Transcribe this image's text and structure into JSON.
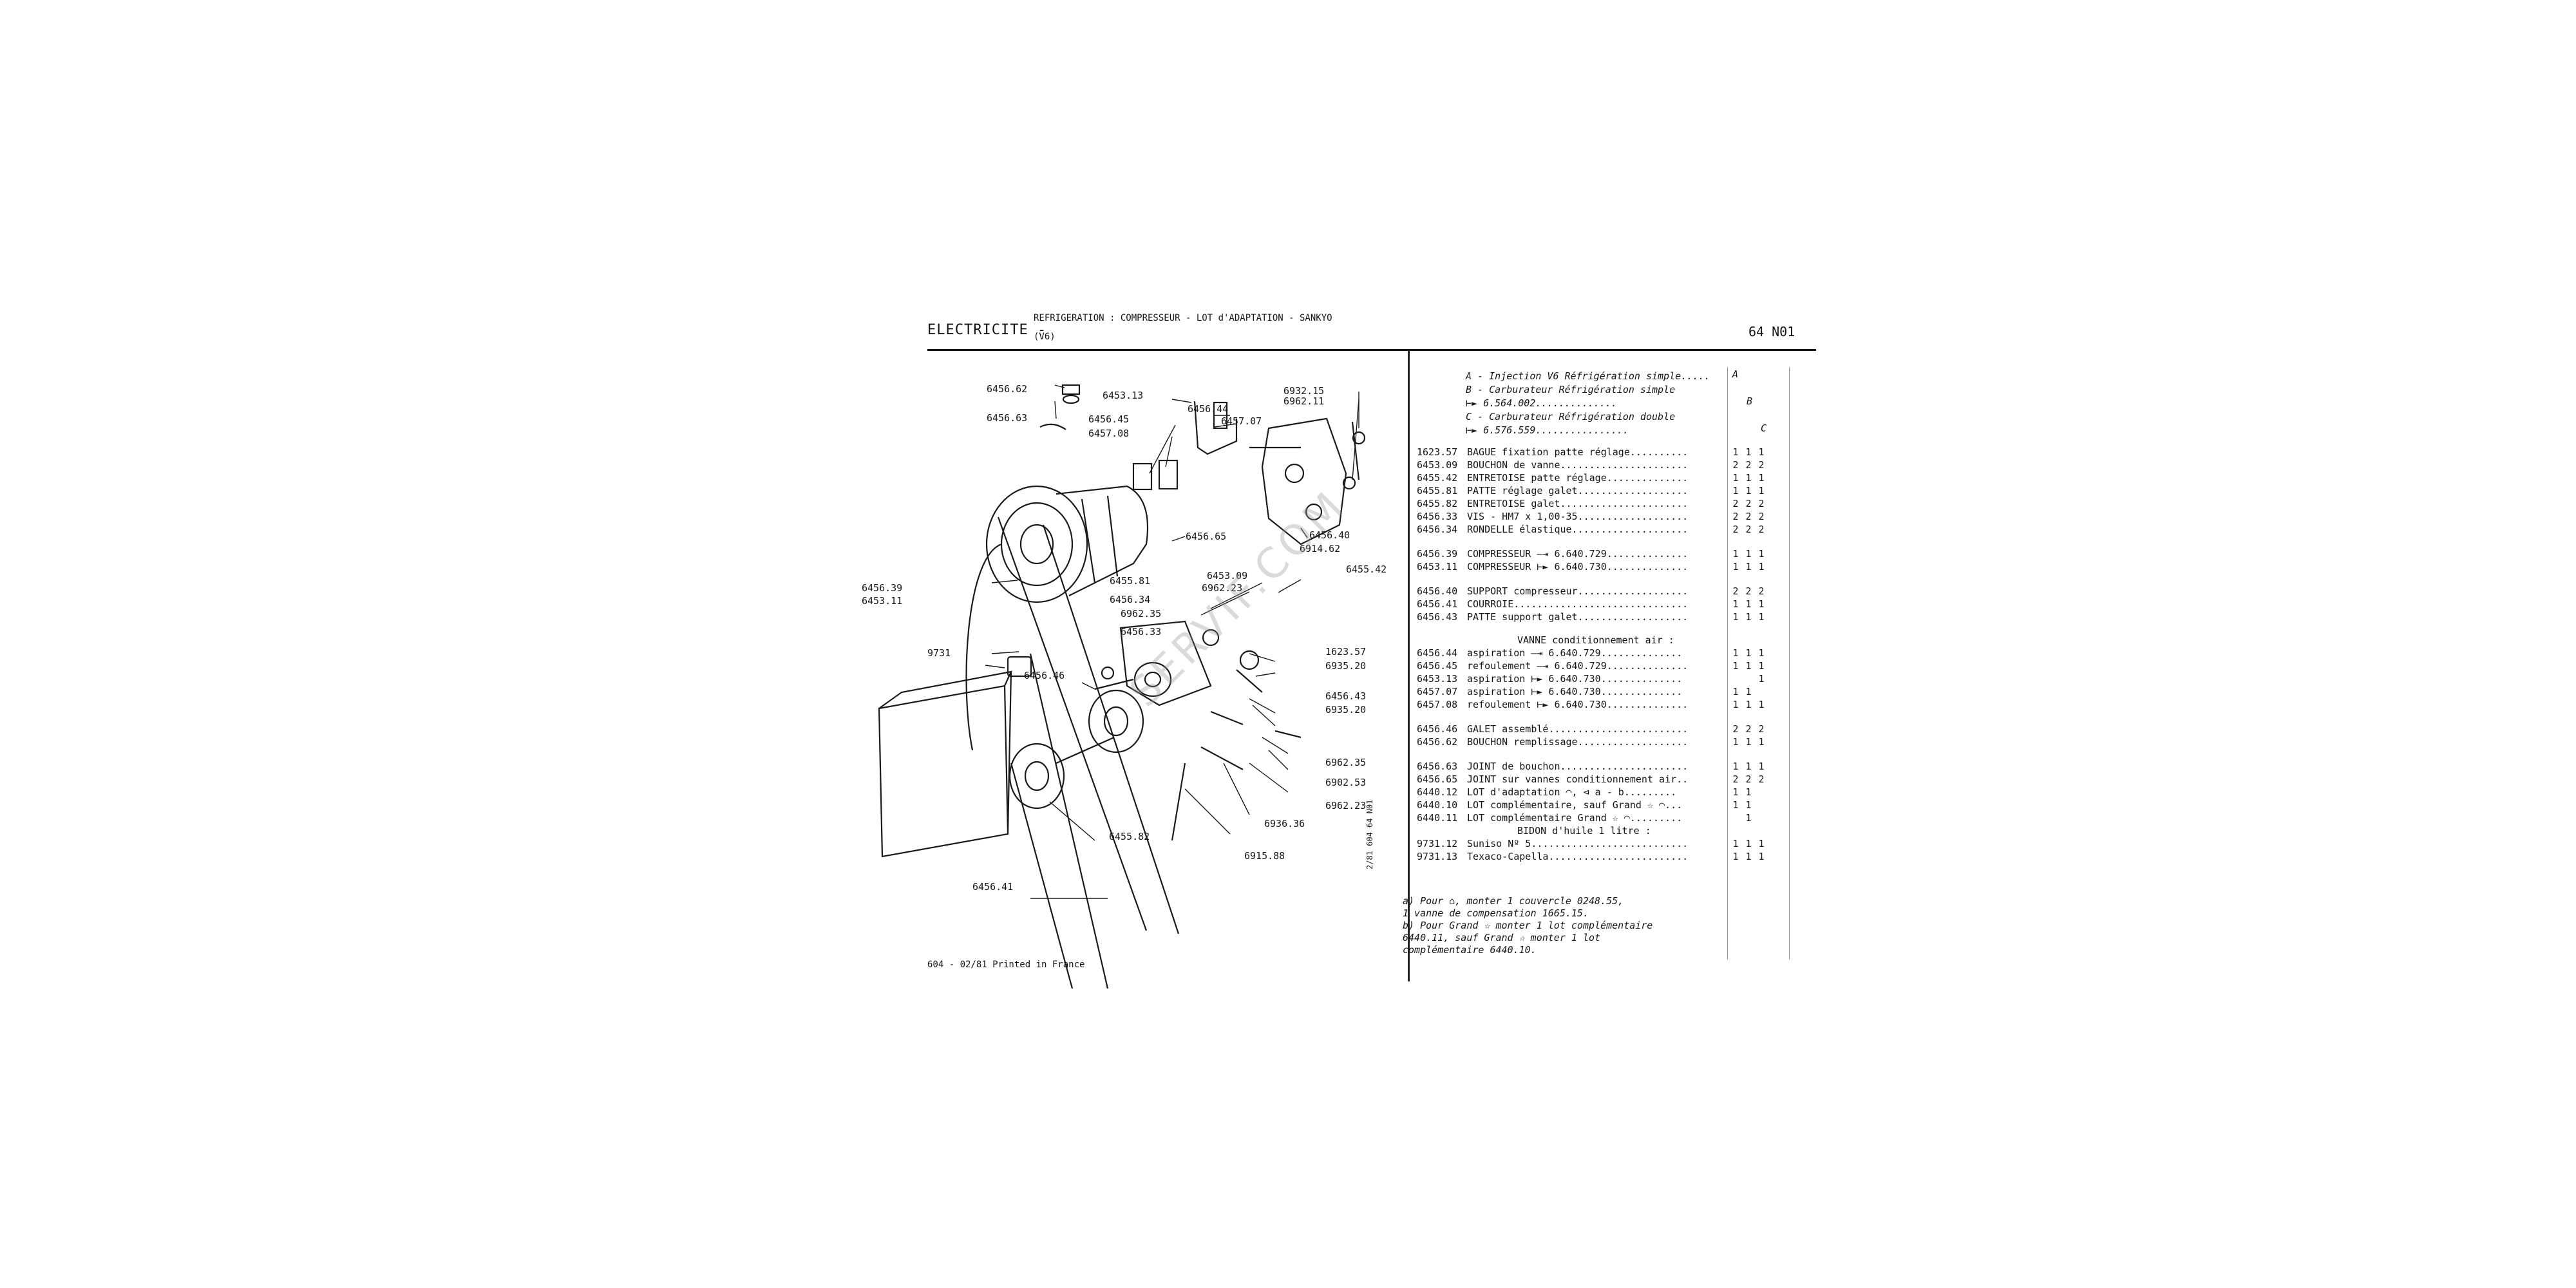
{
  "header": {
    "section": "ELECTRICITE -",
    "title": "REFRIGERATION : COMPRESSEUR - LOT d'ADAPTATION - SANKYO",
    "subtitle": "(V6)",
    "code": "64 N01"
  },
  "columns": [
    "A",
    "B",
    "C"
  ],
  "notes_top": [
    "A - Injection V6 Réfrigération simple.....",
    "B - Carburateur Réfrigération simple",
    "    ⊢► 6.564.002..............",
    "C - Carburateur Réfrigération double",
    "    ⊢► 6.576.559................"
  ],
  "parts": [
    {
      "ref": "1623.57",
      "desc": "BAGUE fixation patte réglage..........",
      "q": [
        "1",
        "1",
        "1"
      ]
    },
    {
      "ref": "6453.09",
      "desc": "BOUCHON de vanne......................",
      "q": [
        "2",
        "2",
        "2"
      ]
    },
    {
      "ref": "6455.42",
      "desc": "ENTRETOISE patte réglage..............",
      "q": [
        "1",
        "1",
        "1"
      ]
    },
    {
      "ref": "6455.81",
      "desc": "PATTE réglage galet...................",
      "q": [
        "1",
        "1",
        "1"
      ]
    },
    {
      "ref": "6455.82",
      "desc": "ENTRETOISE galet......................",
      "q": [
        "2",
        "2",
        "2"
      ]
    },
    {
      "ref": "6456.33",
      "desc": "VIS - HM7 x 1,00-35...................",
      "q": [
        "2",
        "2",
        "2"
      ]
    },
    {
      "ref": "6456.34",
      "desc": "RONDELLE élastique....................",
      "q": [
        "2",
        "2",
        "2"
      ]
    },
    {
      "ref": "6456.39",
      "desc": "COMPRESSEUR —⇥ 6.640.729..............",
      "q": [
        "1",
        "1",
        "1"
      ]
    },
    {
      "ref": "6453.11",
      "desc": "COMPRESSEUR ⊢► 6.640.730..............",
      "q": [
        "1",
        "1",
        "1"
      ]
    },
    {
      "ref": "6456.40",
      "desc": "SUPPORT compresseur...................",
      "q": [
        "2",
        "2",
        "2"
      ]
    },
    {
      "ref": "6456.41",
      "desc": "COURROIE..............................",
      "q": [
        "1",
        "1",
        "1"
      ]
    },
    {
      "ref": "6456.43",
      "desc": "PATTE support galet...................",
      "q": [
        "1",
        "1",
        "1"
      ]
    },
    {
      "ref": "",
      "desc": "VANNE conditionnement air :",
      "q": [
        "",
        "",
        ""
      ]
    },
    {
      "ref": "6456.44",
      "desc": "aspiration  —⇥ 6.640.729..............",
      "q": [
        "1",
        "1",
        "1"
      ]
    },
    {
      "ref": "6456.45",
      "desc": "refoulement —⇥ 6.640.729..............",
      "q": [
        "1",
        "1",
        "1"
      ]
    },
    {
      "ref": "6453.13",
      "desc": "aspiration  ⊢► 6.640.730..............",
      "q": [
        "",
        "",
        "1"
      ]
    },
    {
      "ref": "6457.07",
      "desc": "aspiration  ⊢► 6.640.730..............",
      "q": [
        "1",
        "1",
        ""
      ]
    },
    {
      "ref": "6457.08",
      "desc": "refoulement ⊢► 6.640.730..............",
      "q": [
        "1",
        "1",
        "1"
      ]
    },
    {
      "ref": "6456.46",
      "desc": "GALET assemblé........................",
      "q": [
        "2",
        "2",
        "2"
      ]
    },
    {
      "ref": "6456.62",
      "desc": "BOUCHON remplissage...................",
      "q": [
        "1",
        "1",
        "1"
      ]
    },
    {
      "ref": "6456.63",
      "desc": "JOINT de bouchon......................",
      "q": [
        "1",
        "1",
        "1"
      ]
    },
    {
      "ref": "6456.65",
      "desc": "JOINT sur vannes conditionnement air..",
      "q": [
        "2",
        "2",
        "2"
      ]
    },
    {
      "ref": "6440.12",
      "desc": "LOT d'adaptation ◠, ⊲ a - b.........",
      "q": [
        "1",
        "1",
        ""
      ]
    },
    {
      "ref": "6440.10",
      "desc": "LOT complémentaire, sauf Grand ☆ ◠...",
      "q": [
        "1",
        "1",
        ""
      ]
    },
    {
      "ref": "6440.11",
      "desc": "LOT complémentaire Grand ☆ ◠.........",
      "q": [
        "",
        "1",
        ""
      ]
    },
    {
      "ref": "",
      "desc": "BIDON d'huile 1 litre :",
      "q": [
        "",
        "",
        ""
      ]
    },
    {
      "ref": "9731.12",
      "desc": "Suniso Nº 5...........................",
      "q": [
        "1",
        "1",
        "1"
      ]
    },
    {
      "ref": "9731.13",
      "desc": "Texaco-Capella........................",
      "q": [
        "1",
        "1",
        "1"
      ]
    }
  ],
  "footnotes": [
    "a) Pour ⌂, monter 1 couvercle 0248.55,",
    "   1 vanne de compensation 1665.15.",
    "b) Pour Grand ☆ monter 1 lot complémentaire",
    "   6440.11, sauf Grand ☆ monter 1 lot",
    "   complémentaire 6440.10."
  ],
  "side_code": "2/81  604 64 N01",
  "footer": "604 - 02/81  Printed in France",
  "watermark": "SERVIF.COM",
  "callouts": [
    "6456.62",
    "6456.63",
    "6453.13",
    "6456.45",
    "6457.08",
    "6456.44",
    "6457.07",
    "6932.15",
    "6962.11",
    "6456.40",
    "6914.62",
    "6456.65",
    "6453.09",
    "6962.23",
    "6455.81",
    "6455.42",
    "6456.34",
    "6962.35",
    "6456.33",
    "1623.57",
    "6935.20",
    "6456.43",
    "6935.20",
    "6456.46",
    "6962.35",
    "6902.53",
    "6962.23",
    "6936.36",
    "6915.88",
    "6455.82",
    "6456.41",
    "6456.39",
    "6453.11",
    "9731"
  ]
}
